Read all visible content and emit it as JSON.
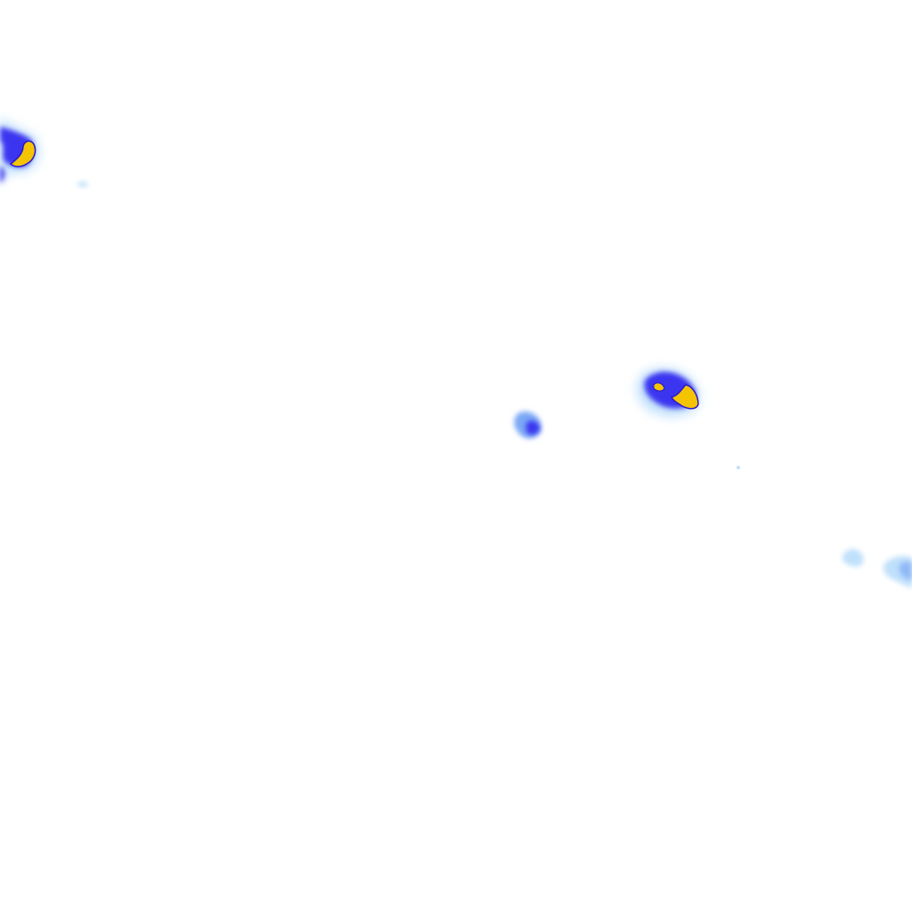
{
  "map": {
    "background_color": "#ffffff",
    "palette": {
      "light": "#bfe0fb",
      "mid": "#7aa8f5",
      "strong": "#3b35f0",
      "deep": "#2818d0",
      "core": "#f5c400",
      "core_edge": "#ff9f00"
    },
    "cells": [
      {
        "id": "cell-west-edge",
        "intensity": "high"
      },
      {
        "id": "cell-west-speck",
        "intensity": "light"
      },
      {
        "id": "cell-center-east",
        "intensity": "high"
      },
      {
        "id": "cell-center",
        "intensity": "moderate"
      },
      {
        "id": "cell-east-speck",
        "intensity": "light"
      },
      {
        "id": "cell-southeast",
        "intensity": "light"
      },
      {
        "id": "cell-far-east",
        "intensity": "light"
      }
    ]
  }
}
